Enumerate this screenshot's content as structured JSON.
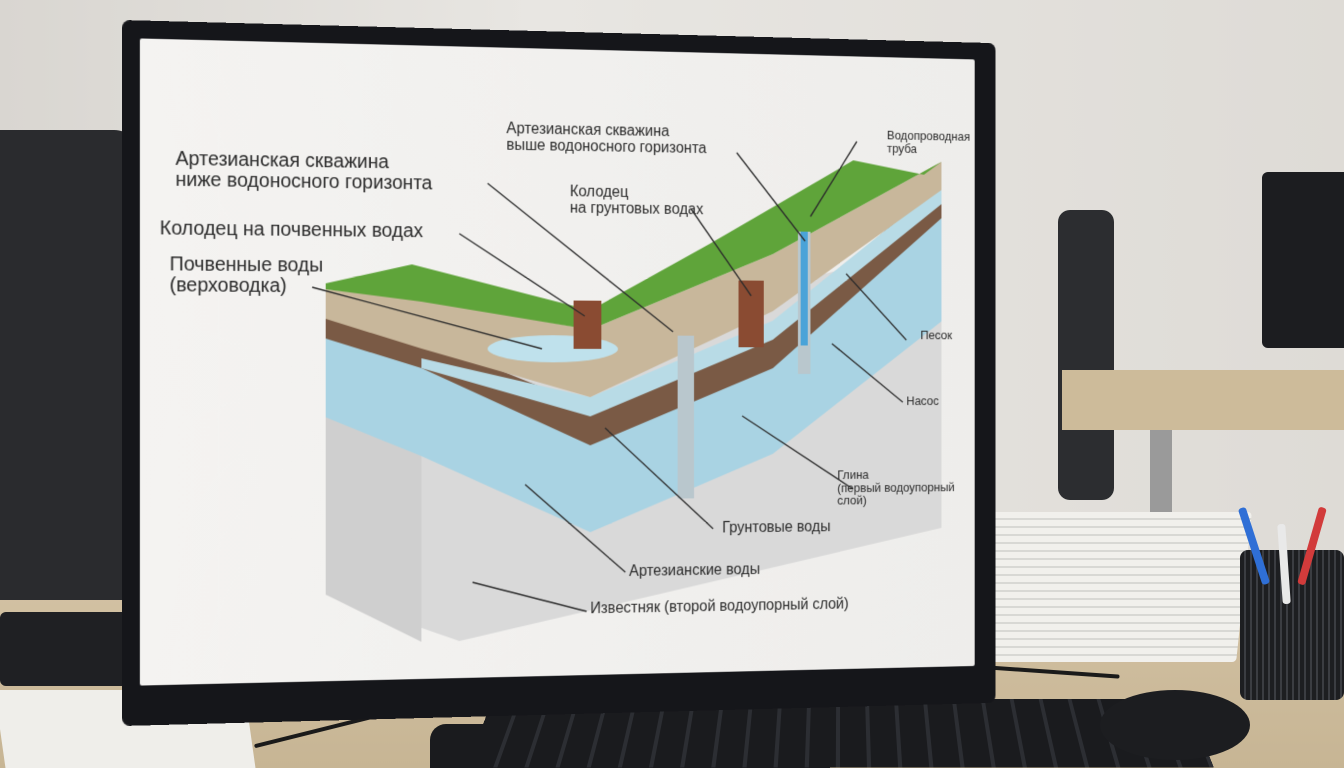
{
  "diagram": {
    "labels": {
      "artesian_below": [
        "Артезианская скважина",
        "ниже водоносного горизонта"
      ],
      "artesian_above": [
        "Артезианская скважина",
        "выше водоносного горизонта"
      ],
      "water_pipe": [
        "Водопроводная",
        "труба"
      ],
      "well_groundwater": [
        "Колодец",
        "на грунтовых водах"
      ],
      "well_soil_water": "Колодец на почвенных водах",
      "soil_water": [
        "Почвенные воды",
        "(верховодка)"
      ],
      "sand": "Песок",
      "pump": "Насос",
      "clay": [
        "Глина",
        "(первый водоупорный",
        "слой)"
      ],
      "groundwater": "Грунтовые воды",
      "artesian_water": "Артезианские воды",
      "limestone": "Известняк (второй водоупорный слой)"
    },
    "colors": {
      "grass": "#5fa43a",
      "soil_top": "#c8b79b",
      "clay": "#7a5a45",
      "water": "#a9d3e3",
      "limestone": "#dcdcdc",
      "sand_right": "#bca889"
    }
  },
  "scene": {
    "objects": [
      "monitor",
      "office-chair",
      "keyboard",
      "mouse",
      "pen-holder",
      "paper-stack"
    ]
  }
}
